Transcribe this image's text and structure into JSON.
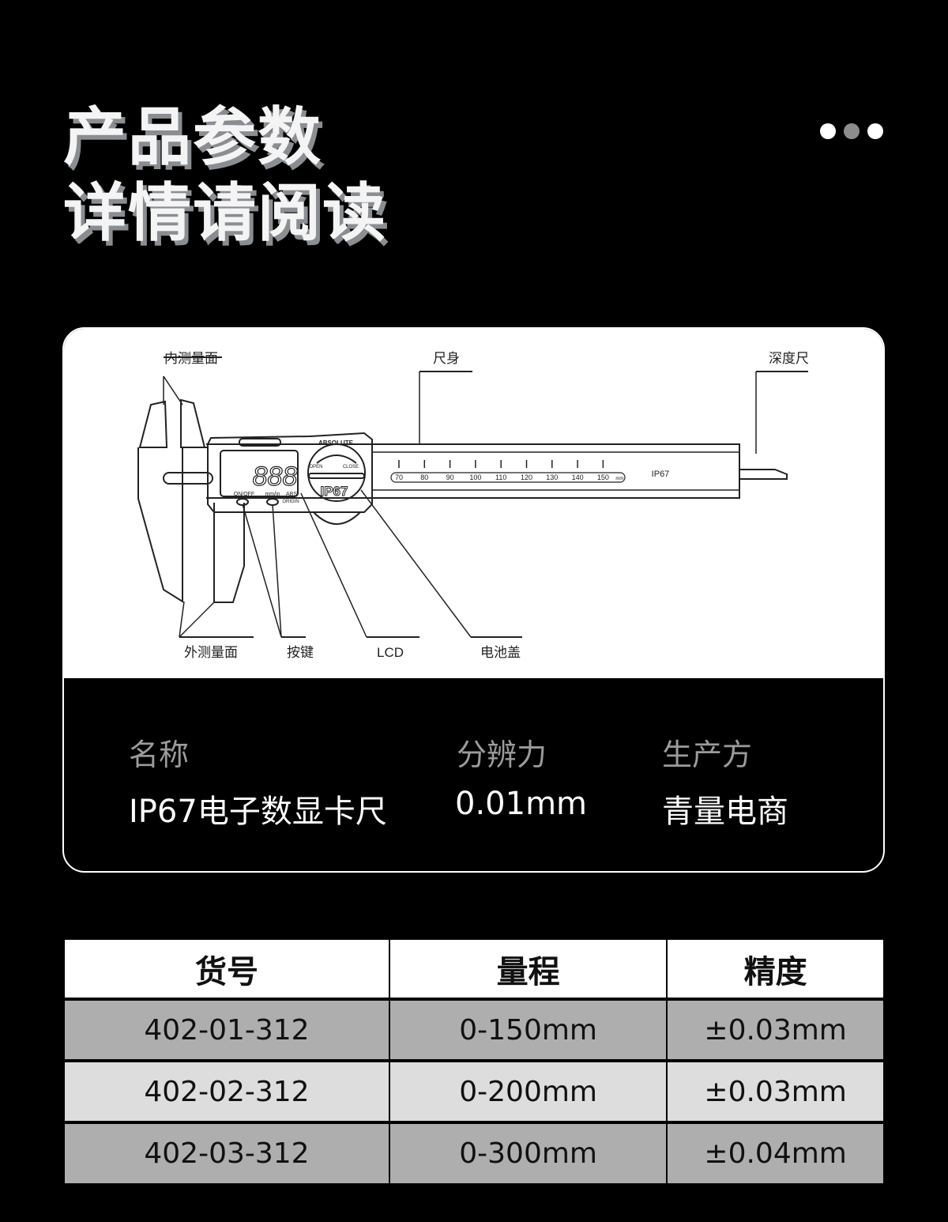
{
  "heading": {
    "line1": "产品参数",
    "line2": "详情请阅读"
  },
  "diagram": {
    "labels": {
      "inner_face": "内测量面",
      "beam": "尺身",
      "depth_rod": "深度尺",
      "outer_face": "外测量面",
      "buttons": "按键",
      "lcd": "LCD",
      "battery_cover": "电池盖"
    },
    "device": {
      "brand_text": "ABSOLUTE",
      "open_text": "OPEN",
      "close_text": "CLOSE",
      "rating_text": "IP67",
      "beam_rating": "IP67",
      "display_digits": "888",
      "btn_power": "ON/OFF",
      "btn_unit": "mm/in",
      "btn_abs": "ABS",
      "btn_origin": "ORIGIN",
      "scale_ticks": [
        "70",
        "80",
        "90",
        "100",
        "110",
        "120",
        "130",
        "140",
        "150"
      ],
      "scale_unit": "mm"
    }
  },
  "specs": {
    "name_label": "名称",
    "name_value": "IP67电子数显卡尺",
    "resolution_label": "分辨力",
    "resolution_value": "0.01mm",
    "maker_label": "生产方",
    "maker_value": "青量电商"
  },
  "table": {
    "headers": [
      "货号",
      "量程",
      "精度"
    ],
    "rows": [
      [
        "402-01-312",
        "0-150mm",
        "±0.03mm"
      ],
      [
        "402-02-312",
        "0-200mm",
        "±0.03mm"
      ],
      [
        "402-03-312",
        "0-300mm",
        "±0.04mm"
      ]
    ]
  }
}
